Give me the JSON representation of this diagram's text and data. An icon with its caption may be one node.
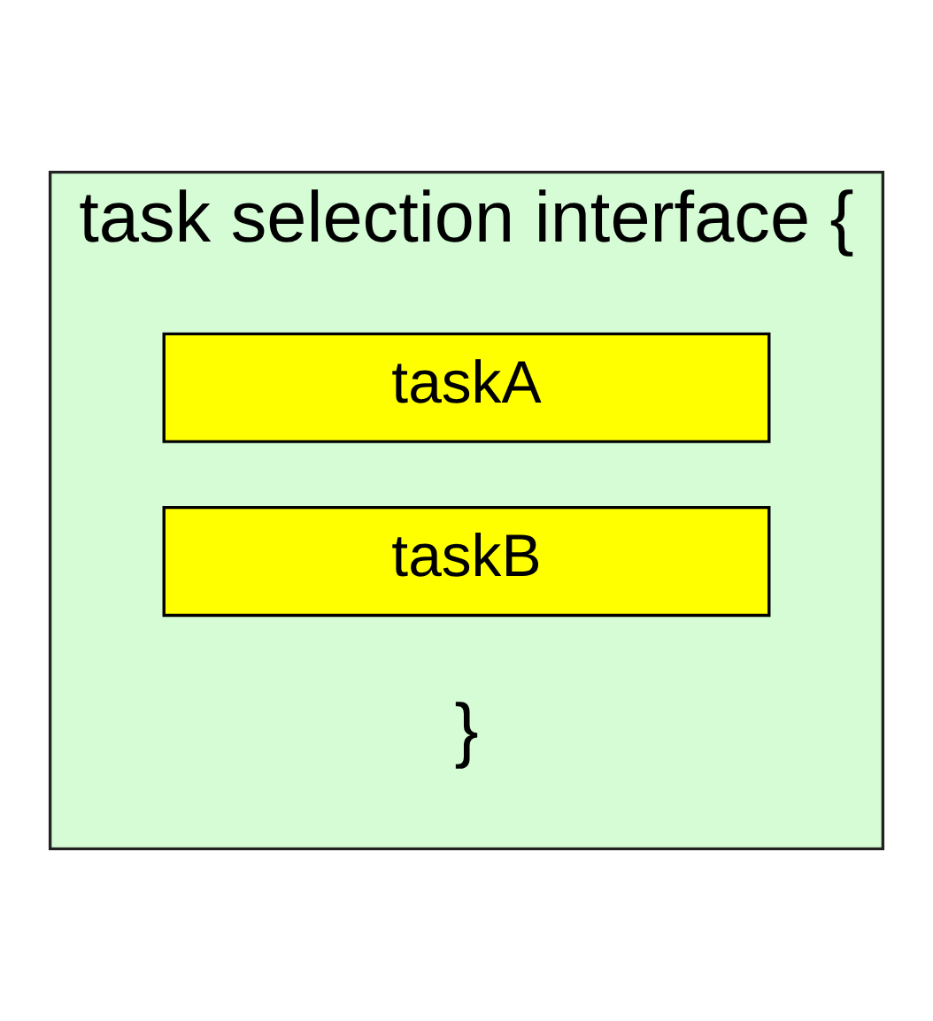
{
  "diagram": {
    "nodes": [
      {
        "text": [
          "task selection interface {",
          "}"
        ]
      },
      {
        "text": [
          "taskA"
        ],
        "in": 0
      },
      {
        "text": [
          "taskB"
        ],
        "in": 0
      }
    ]
  }
}
